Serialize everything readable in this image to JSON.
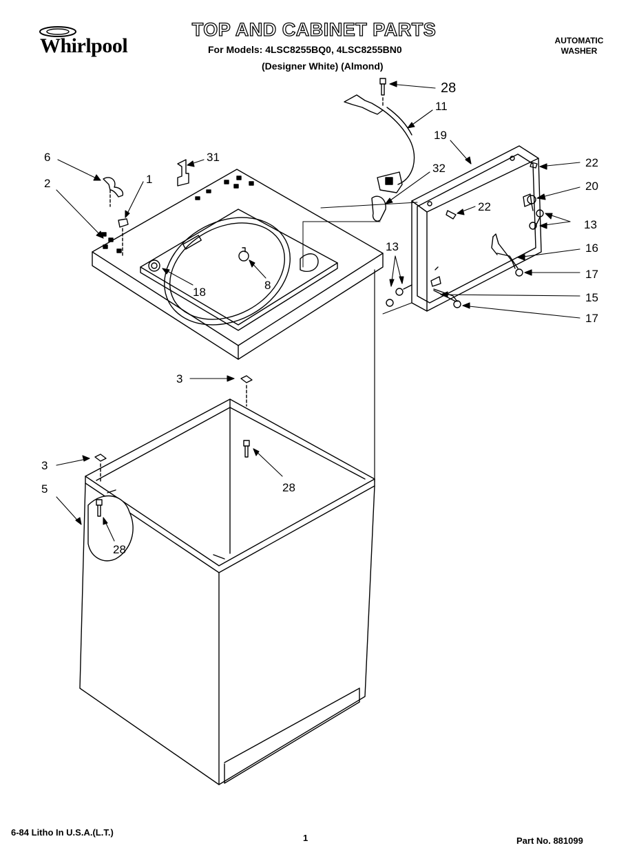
{
  "header": {
    "brand": "Whirlpool",
    "title": "TOP AND CABINET PARTS",
    "models": "For Models: 4LSC8255BQ0, 4LSC8255BN0",
    "colors": "(Designer White) (Almond)",
    "product_line1": "AUTOMATIC",
    "product_line2": "WASHER"
  },
  "callouts": {
    "c28a": "28",
    "c11": "11",
    "c19": "19",
    "c22a": "22",
    "c20": "20",
    "c6": "6",
    "c31": "31",
    "c1": "1",
    "c2": "2",
    "c32": "32",
    "c22b": "22",
    "c13a": "13",
    "c13b": "13",
    "c16": "16",
    "c17a": "17",
    "c8": "8",
    "c18": "18",
    "c15": "15",
    "c17b": "17",
    "c3a": "3",
    "c28b": "28",
    "c3b": "3",
    "c5": "5",
    "c28c": "28"
  },
  "footer": {
    "print_info": "6-84 Litho In U.S.A.(L.T.)",
    "page": "1",
    "part_number": "Part No. 881099"
  }
}
